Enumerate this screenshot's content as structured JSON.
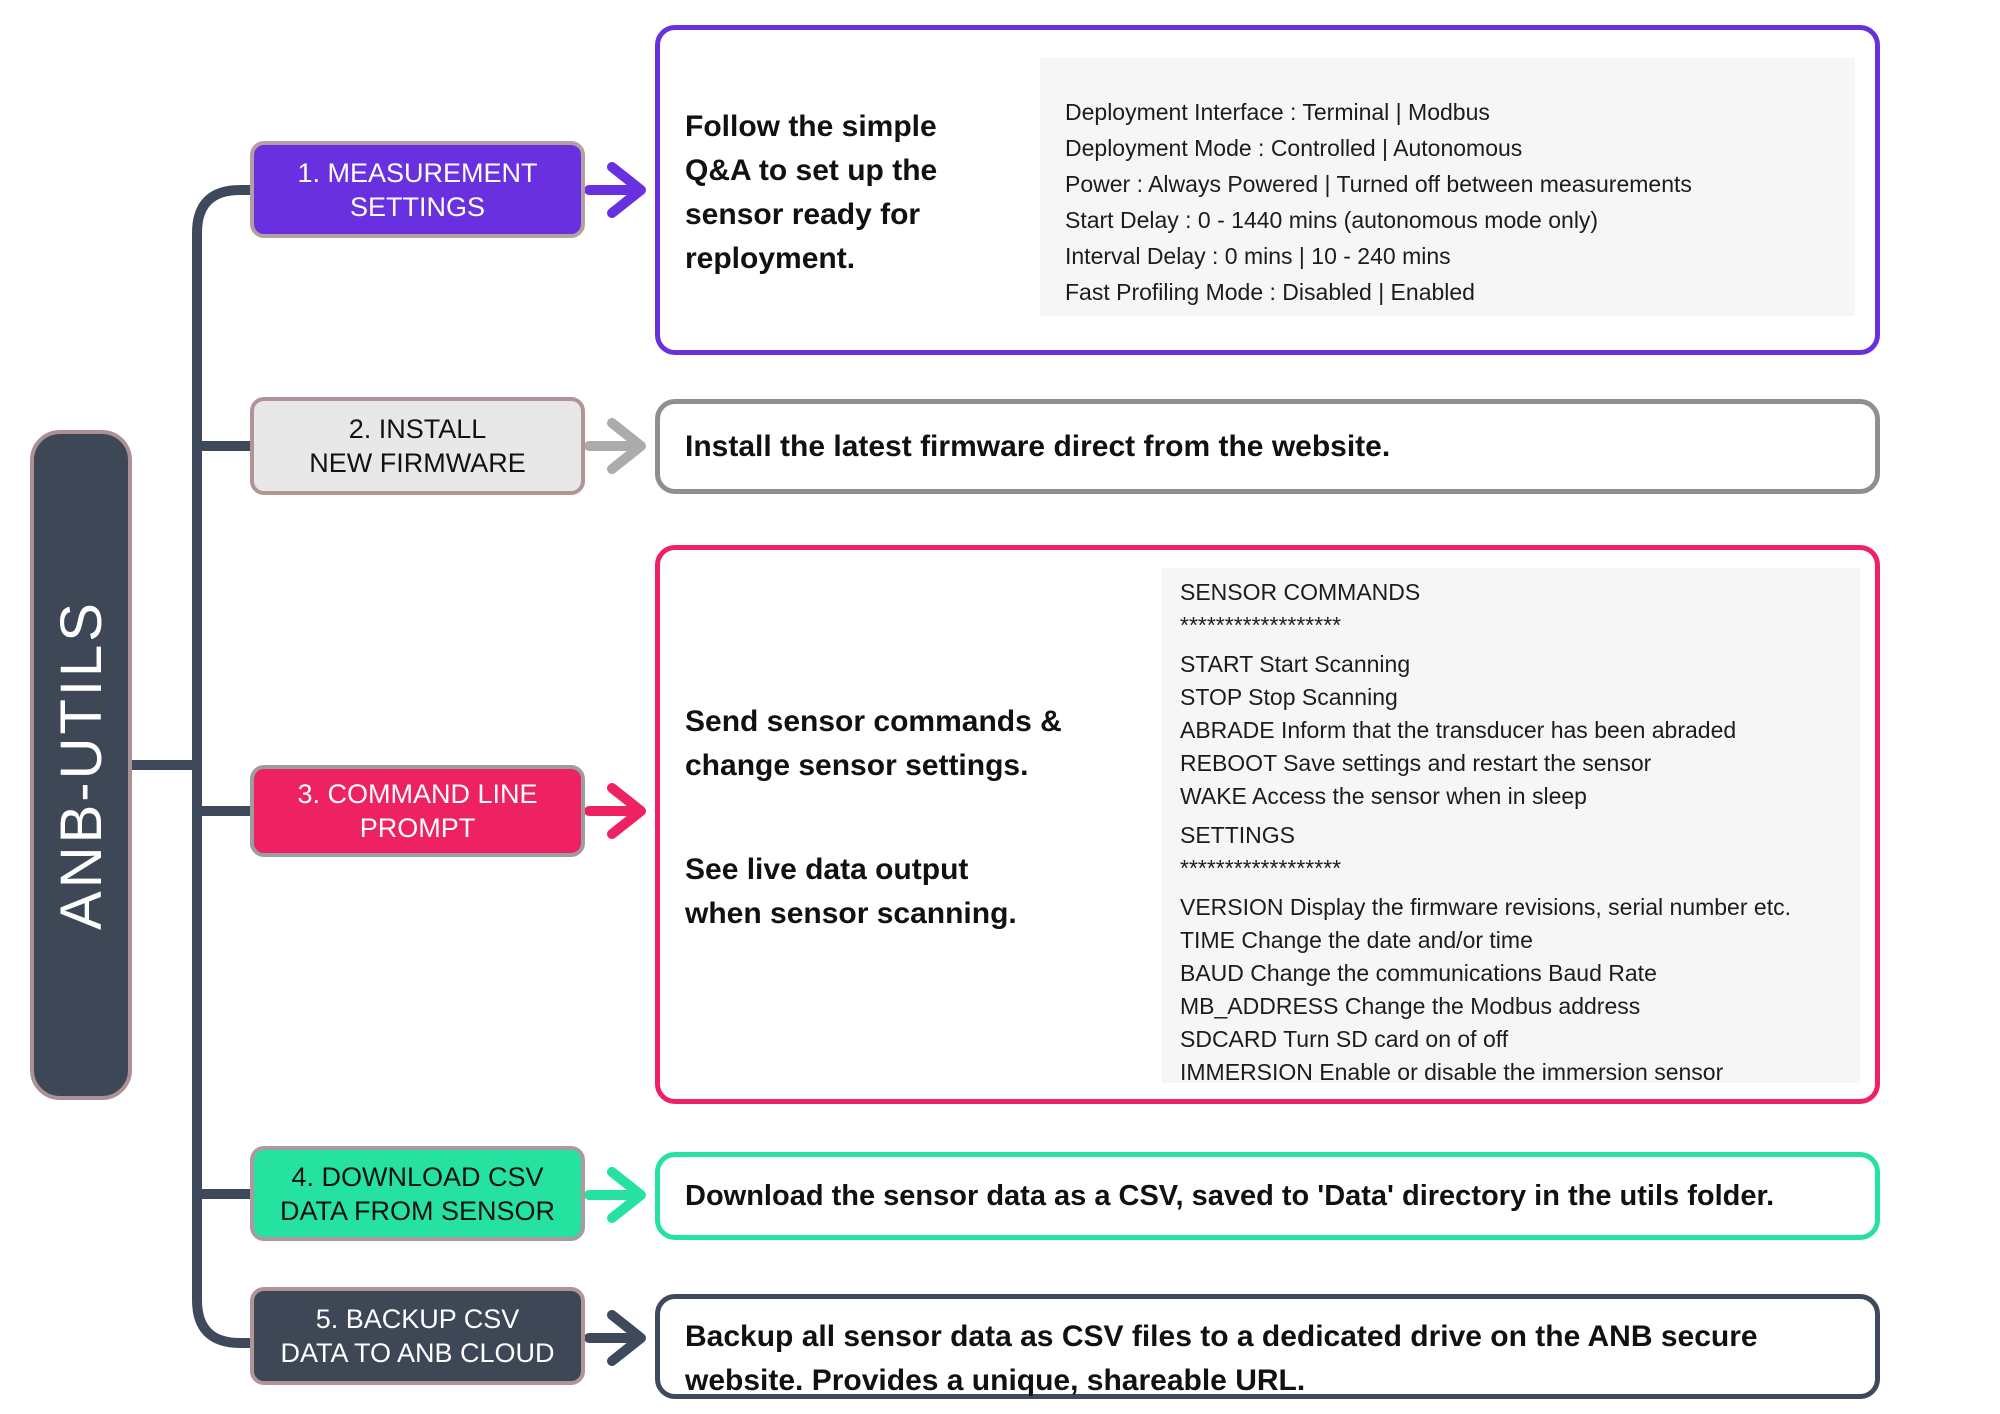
{
  "root": {
    "label": "ANB-UTILS"
  },
  "colors": {
    "purple": "#6930e0",
    "pink": "#ee2163",
    "green": "#26e2a0",
    "dark_slate": "#3d4756",
    "tree_line": "#3e4a5b",
    "gray_arrow": "#ababab",
    "mauve_border": "#b09496",
    "inset_background": "#f6f6f6"
  },
  "steps": [
    {
      "label": "1. MEASUREMENT\nSETTINGS",
      "box_color": "#6930e0",
      "arrow_color": "#6930e0"
    },
    {
      "label": "2. INSTALL\nNEW FIRMWARE",
      "box_color": "#e9e8e8",
      "arrow_color": "#ababab"
    },
    {
      "label": "3. COMMAND LINE\nPROMPT",
      "box_color": "#ee2163",
      "arrow_color": "#ee2163"
    },
    {
      "label": "4. DOWNLOAD CSV\nDATA FROM SENSOR",
      "box_color": "#26e2a0",
      "arrow_color": "#26e2a0"
    },
    {
      "label": "5. BACKUP CSV\nDATA TO ANB CLOUD",
      "box_color": "#3d4756",
      "arrow_color": "#3e4a5b"
    }
  ],
  "panels": [
    {
      "summary": "Follow the simple\nQ&A to set up the\nsensor ready for\nreployment.",
      "details": [
        "Deployment Interface : Terminal | Modbus",
        "Deployment Mode : Controlled | Autonomous",
        "Power : Always Powered | Turned off between measurements",
        "Start Delay : 0 - 1440 mins (autonomous mode only)",
        "Interval Delay : 0 mins | 10 - 240 mins",
        "Fast Profiling Mode : Disabled | Enabled"
      ]
    },
    {
      "summary": "Install the latest firmware direct from the website."
    },
    {
      "summary_1": "Send sensor commands &\nchange sensor settings.",
      "summary_2": "See live data output\nwhen sensor scanning.",
      "details": [
        "SENSOR COMMANDS",
        "******************",
        "",
        "START Start Scanning",
        "STOP Stop Scanning",
        "ABRADE Inform that the transducer has been abraded",
        "REBOOT Save settings and restart the sensor",
        "WAKE Access the sensor when in sleep",
        "",
        "SETTINGS",
        "******************",
        "",
        "VERSION Display the firmware revisions, serial number etc.",
        "TIME Change the date and/or time",
        "BAUD Change the communications Baud Rate",
        "MB_ADDRESS Change the Modbus address",
        "SDCARD Turn SD card on of off",
        "IMMERSION Enable or disable the immersion sensor"
      ]
    },
    {
      "summary": "Download the sensor data as a CSV, saved to 'Data' directory in the utils folder."
    },
    {
      "summary": "Backup all sensor data as CSV files to a dedicated drive on the ANB secure\nwebsite. Provides a unique, shareable URL."
    }
  ]
}
